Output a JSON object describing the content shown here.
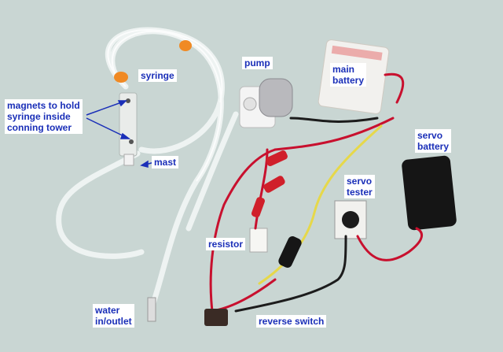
{
  "labels": {
    "magnets": "magnets to hold\nsyringe inside\nconning tower",
    "syringe": "syringe",
    "pump": "pump",
    "main_battery": "main\nbattery",
    "mast": "mast",
    "servo_battery": "servo\nbattery",
    "servo_tester": "servo\ntester",
    "resistor": "resistor",
    "water_port": "water\nin/outlet",
    "reverse_switch": "reverse switch"
  },
  "colors": {
    "background": "#c9d6d3",
    "label_text": "#1a2fb8",
    "label_bg": "#ffffff",
    "tubing": "#eef3f2",
    "wire_red": "#c8102e",
    "wire_yellow": "#e6d84a",
    "wire_black": "#1c1c1c"
  }
}
